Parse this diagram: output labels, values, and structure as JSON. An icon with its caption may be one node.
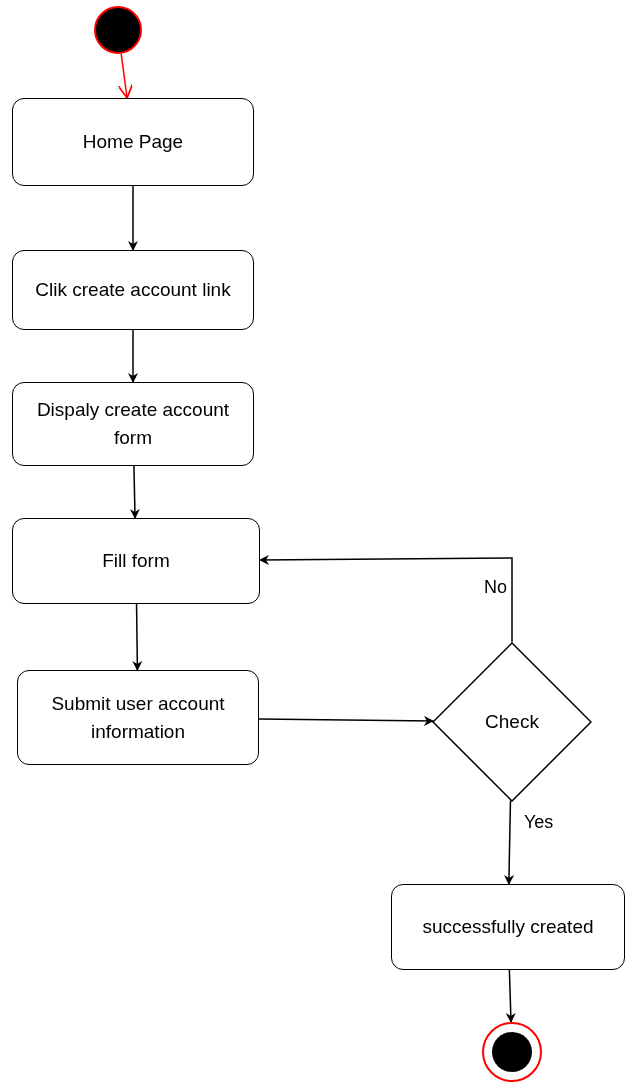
{
  "diagram": {
    "nodes": [
      {
        "text": [],
        "shape": "circle"
      },
      {
        "text": [
          "Home Page"
        ]
      },
      {
        "text": [
          "Clik create account link"
        ]
      },
      {
        "text": [
          "Dispaly create account form"
        ]
      },
      {
        "text": [
          "Fill form"
        ]
      },
      {
        "text": [
          "Submit user account information"
        ]
      },
      {
        "text": [
          "Check"
        ]
      },
      {
        "text": [
          "successfully created"
        ]
      },
      {
        "text": [],
        "shape": "circle"
      }
    ],
    "edges": [
      {
        "from": 0,
        "to": 1,
        "arrow": "to",
        "color": "#ff0000"
      },
      {
        "from": 1,
        "to": 2,
        "arrow": "to"
      },
      {
        "from": 2,
        "to": 3,
        "arrow": "to"
      },
      {
        "from": 3,
        "to": 4,
        "arrow": "to"
      },
      {
        "from": 4,
        "to": 5,
        "arrow": "to"
      },
      {
        "from": 5,
        "to": 6,
        "arrow": "to"
      },
      {
        "from": 6,
        "to": 4,
        "arrow": "to",
        "label": "No"
      },
      {
        "from": 6,
        "to": 7,
        "arrow": "to",
        "label": "Yes"
      },
      {
        "from": 7,
        "to": 8,
        "arrow": "to"
      }
    ]
  }
}
